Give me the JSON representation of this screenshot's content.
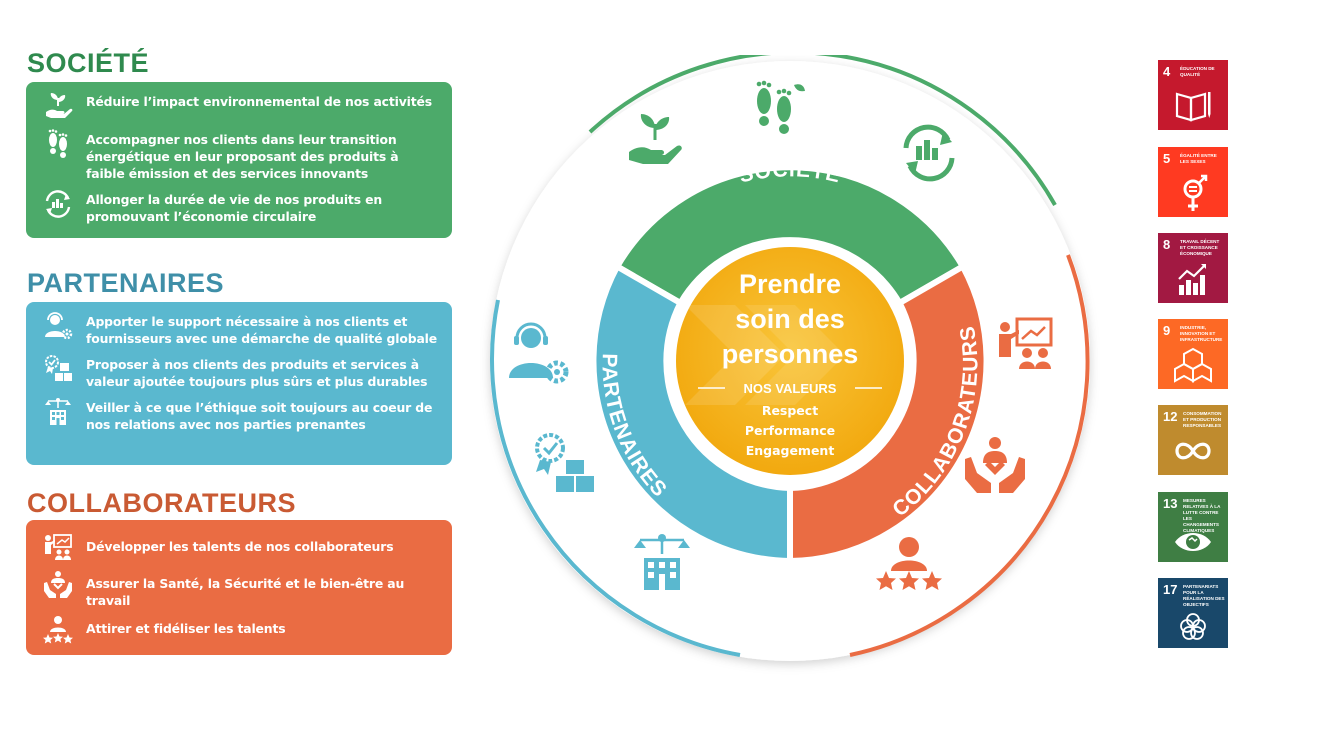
{
  "colors": {
    "societe": "#4caa6a",
    "societe_title": "#2f8a4e",
    "partenaires": "#5ab8cf",
    "partenaires_title": "#3f8fa8",
    "collaborateurs": "#ea6c43",
    "collaborateurs_title": "#c95a33",
    "center": "#f5b41a"
  },
  "sections": {
    "societe": {
      "title": "SOCIÉTÉ",
      "items": [
        {
          "icon": "hand-plant-icon",
          "text": "Réduire l’impact environnemental de nos activités"
        },
        {
          "icon": "footprints-icon",
          "text": "Accompagner nos clients dans leur transition énergétique en leur proposant des produits à faible émission et des services innovants"
        },
        {
          "icon": "recycle-city-icon",
          "text": "Allonger la durée de vie de nos produits en promouvant l’économie circulaire"
        }
      ]
    },
    "partenaires": {
      "title": "PARTENAIRES",
      "items": [
        {
          "icon": "support-agent-icon",
          "text": "Apporter le support nécessaire à nos clients  et fournisseurs avec une démarche de qualité globale"
        },
        {
          "icon": "quality-products-icon",
          "text": "Proposer à nos clients des produits et services à valeur ajoutée toujours plus sûrs et plus durables"
        },
        {
          "icon": "ethics-building-icon",
          "text": "Veiller à ce que l’éthique soit toujours au coeur de nos relations avec nos parties prenantes"
        }
      ]
    },
    "collaborateurs": {
      "title": "COLLABORATEURS",
      "items": [
        {
          "icon": "training-icon",
          "text": "Développer les talents de nos collaborateurs"
        },
        {
          "icon": "health-hands-icon",
          "text": "Assurer la Santé, la Sécurité et le bien-être au travail"
        },
        {
          "icon": "talent-stars-icon",
          "text": "Attirer et fidéliser les talents"
        }
      ]
    }
  },
  "wheel": {
    "segments": {
      "societe": "SOCIÉTÉ",
      "partenaires": "PARTENAIRES",
      "collaborateurs": "COLLABORATEURS"
    },
    "center_title_lines": [
      "Prendre",
      "soin des",
      "personnes"
    ],
    "values_heading": "NOS VALEURS",
    "values": [
      "Respect",
      "Performance",
      "Engagement"
    ]
  },
  "sdgs": [
    {
      "number": "4",
      "label": "Éducation de qualité",
      "color": "#c5192d",
      "icon": "book-pen-icon"
    },
    {
      "number": "5",
      "label": "Égalité entre les sexes",
      "color": "#ff3a21",
      "icon": "gender-equality-icon"
    },
    {
      "number": "8",
      "label": "Travail décent et croissance économique",
      "color": "#a21942",
      "icon": "growth-chart-icon"
    },
    {
      "number": "9",
      "label": "Industrie, innovation et infrastructure",
      "color": "#fd6925",
      "icon": "cubes-icon"
    },
    {
      "number": "12",
      "label": "Consommation et production responsables",
      "color": "#bf8b2e",
      "icon": "infinity-icon"
    },
    {
      "number": "13",
      "label": "Mesures relatives à la lutte contre les changements climatiques",
      "color": "#3f7e44",
      "icon": "eye-globe-icon"
    },
    {
      "number": "17",
      "label": "Partenariats pour la réalisation des objectifs",
      "color": "#19486a",
      "icon": "flower-rings-icon"
    }
  ]
}
